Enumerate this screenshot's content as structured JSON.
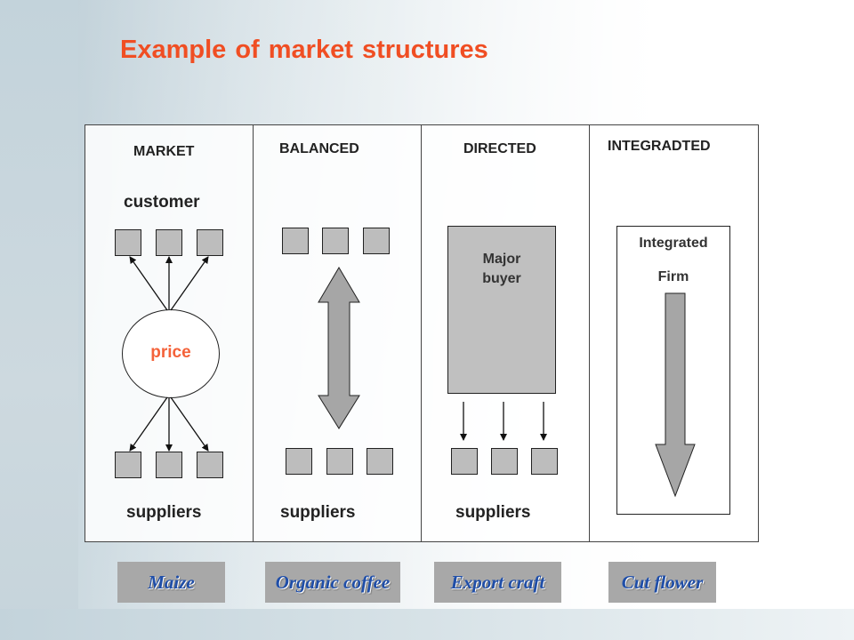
{
  "title": "Example of market structures",
  "columns": [
    {
      "header": "MARKET",
      "top_label": "customer",
      "center_label": "price",
      "bottom_label": "suppliers",
      "example": "Maize"
    },
    {
      "header": "BALANCED",
      "bottom_label": "suppliers",
      "example": "Organic coffee"
    },
    {
      "header": "DIRECTED",
      "box_label_line1": "Major",
      "box_label_line2": "buyer",
      "bottom_label": "suppliers",
      "example": "Export craft"
    },
    {
      "header": "INTEGRADTED",
      "box_label_line1": "Integrated",
      "box_label_line2": "Firm",
      "example": "Cut flower"
    }
  ],
  "colors": {
    "title": "#f04e23",
    "price": "#f4623a",
    "example_text": "#1f4ea8",
    "box_fill": "#bdbdbd"
  }
}
